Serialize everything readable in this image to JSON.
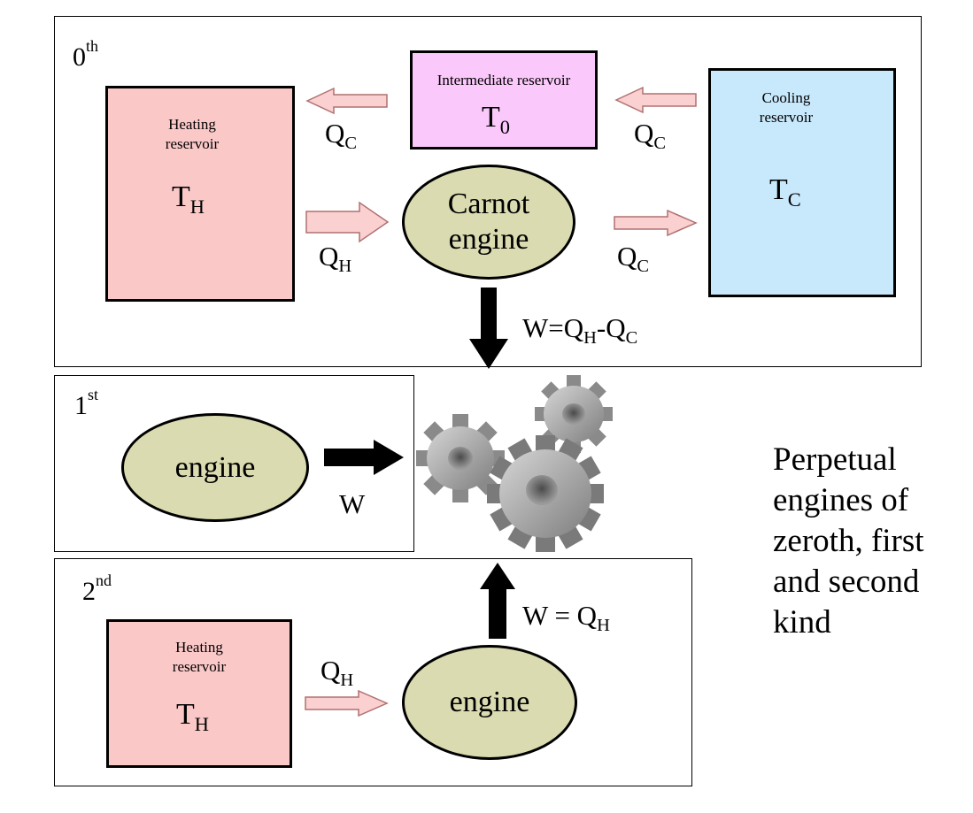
{
  "zeroth": {
    "kind_label": "0",
    "kind_sup": "th",
    "heating": {
      "label_line1": "Heating",
      "label_line2": "reservoir",
      "temp": "T",
      "temp_sub": "H",
      "color": "#fbc8c8"
    },
    "intermediate": {
      "label": "Intermediate reservoir",
      "temp": "T",
      "temp_sub": "0",
      "color": "#fbc8fb"
    },
    "cooling": {
      "label_line1": "Cooling",
      "label_line2": "reservoir",
      "temp": "T",
      "temp_sub": "C",
      "color": "#c8e8fb"
    },
    "engine": {
      "line1": "Carnot",
      "line2": "engine"
    },
    "q_left": {
      "main": "Q",
      "sub": "C"
    },
    "q_right_top": {
      "main": "Q",
      "sub": "C"
    },
    "q_h": {
      "main": "Q",
      "sub": "H"
    },
    "q_right_bottom": {
      "main": "Q",
      "sub": "C"
    },
    "work": {
      "w": "W=Q",
      "sub1": "H",
      "mid": "-Q",
      "sub2": "C"
    }
  },
  "first": {
    "kind_label": "1",
    "kind_sup": "st",
    "engine": "engine",
    "work": "W"
  },
  "second": {
    "kind_label": "2",
    "kind_sup": "nd",
    "heating": {
      "label_line1": "Heating",
      "label_line2": "reservoir",
      "temp": "T",
      "temp_sub": "H",
      "color": "#fbc8c8"
    },
    "q_h": {
      "main": "Q",
      "sub": "H"
    },
    "engine": "engine",
    "work": {
      "main": "W = Q",
      "sub": "H"
    }
  },
  "caption": {
    "line1": "Perpetual",
    "line2": "engines of",
    "line3": "zeroth, first",
    "line4": "and second",
    "line5": "kind"
  },
  "colors": {
    "engine_fill": "#dadbb0",
    "heat_arrow_fill": "#fbd0d0",
    "work_arrow": "#000000"
  }
}
